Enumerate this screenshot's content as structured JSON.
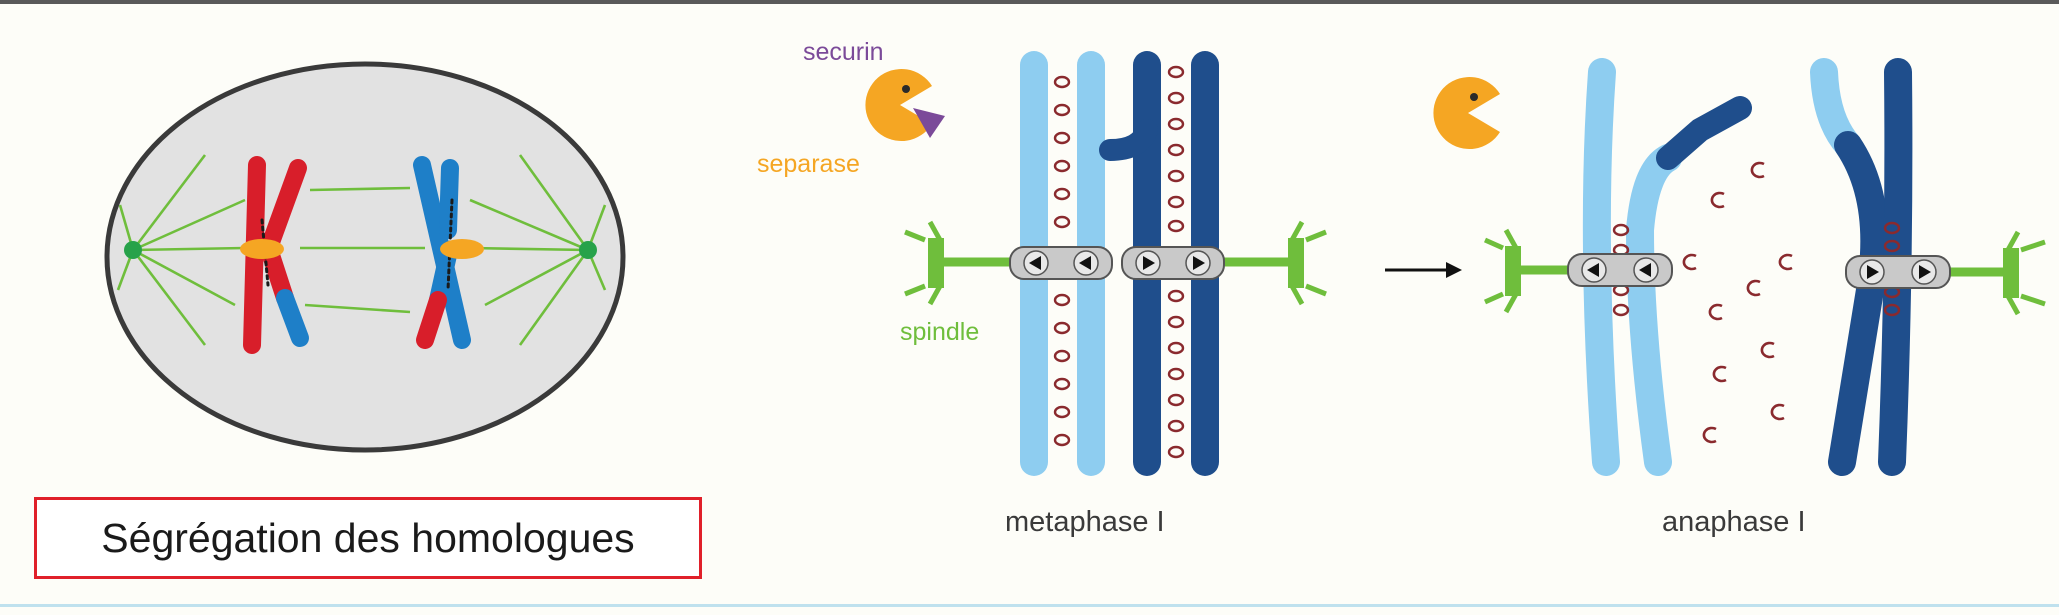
{
  "caption": "Ségrégation des homologues",
  "labels": {
    "securin": "securin",
    "separase": "separase",
    "spindle": "spindle",
    "metaphase": "metaphase I",
    "anaphase": "anaphase I"
  },
  "colors": {
    "cell_fill": "#e2e2e2",
    "chromosome_red": "#d81e2a",
    "chromosome_blue": "#1e7fc8",
    "light_blue": "#8ecdf0",
    "dark_blue": "#1f4e8c",
    "spindle_green": "#6fbe3c",
    "separase_orange": "#f5a623",
    "securin_purple": "#7b4a99",
    "cohesin_ring": "#8a2a2e",
    "caption_border": "#e0202a"
  }
}
